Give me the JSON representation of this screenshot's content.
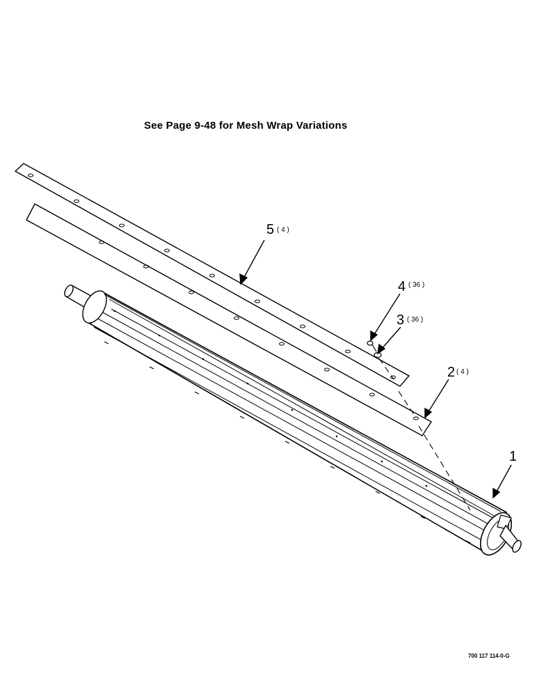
{
  "header": {
    "note": "See Page 9-48 for Mesh Wrap Variations"
  },
  "callouts": [
    {
      "number": "1",
      "qty": ""
    },
    {
      "number": "2",
      "qty": "( 4 )"
    },
    {
      "number": "3",
      "qty": "( 36 )"
    },
    {
      "number": "4",
      "qty": "( 36 )"
    },
    {
      "number": "5",
      "qty": "( 4 )"
    }
  ],
  "footer": {
    "doc_id": "700 117 114-0-G"
  },
  "colors": {
    "line": "#000000",
    "background": "#ffffff"
  }
}
